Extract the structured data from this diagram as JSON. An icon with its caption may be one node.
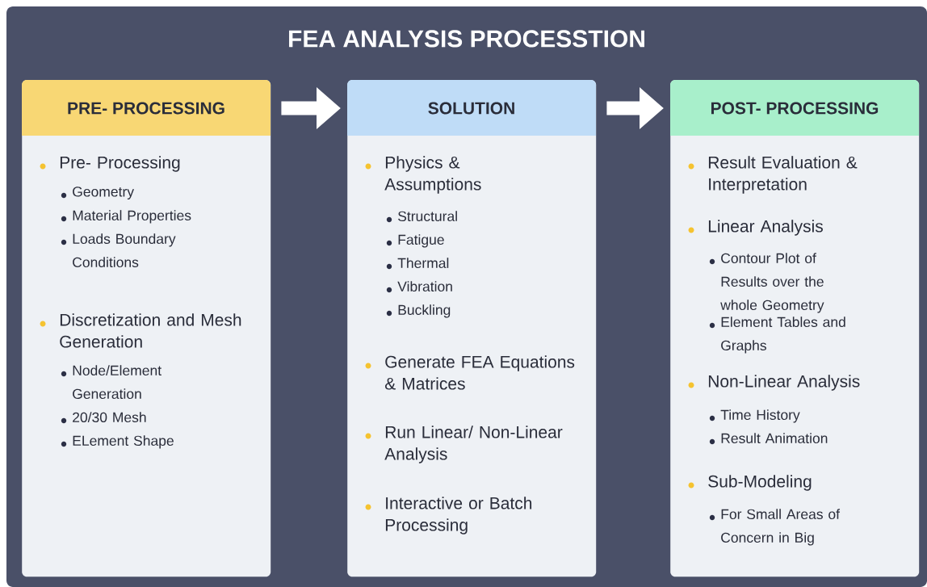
{
  "diagram": {
    "title": "FEA ANALYSIS PROCESSTION",
    "nodes": [
      {
        "text": [
          "PRE- PROCESSING",
          "Pre- Processing",
          "Geometry",
          "Material Properties",
          "Loads Boundary Conditions",
          "Discretization and Mesh Generation",
          "Node/Element Generation",
          "20/30 Mesh",
          "ELement Shape"
        ]
      },
      {
        "text": [
          "SOLUTION",
          "Physics & Assumptions",
          "Structural",
          "Fatigue",
          "Thermal",
          "Vibration",
          "Buckling",
          "Generate FEA Equations & Matrices",
          "Run Linear/ Non-Linear Analysis",
          "Interactive or Batch Processing"
        ]
      },
      {
        "text": [
          "POST- PROCESSING",
          "Result Evaluation & Interpretation",
          "Linear Analysis",
          "Contour Plot of Results over the whole Geometry",
          "Element Tables and Graphs",
          "Non-Linear Analysis",
          "Time History",
          "Result Animation",
          "Sub-Modeling",
          "For Small Areas of Concern in Big"
        ]
      }
    ],
    "edges": [
      {
        "from": 0,
        "to": 1,
        "arrow": "to"
      },
      {
        "from": 1,
        "to": 2,
        "arrow": "to"
      }
    ]
  }
}
